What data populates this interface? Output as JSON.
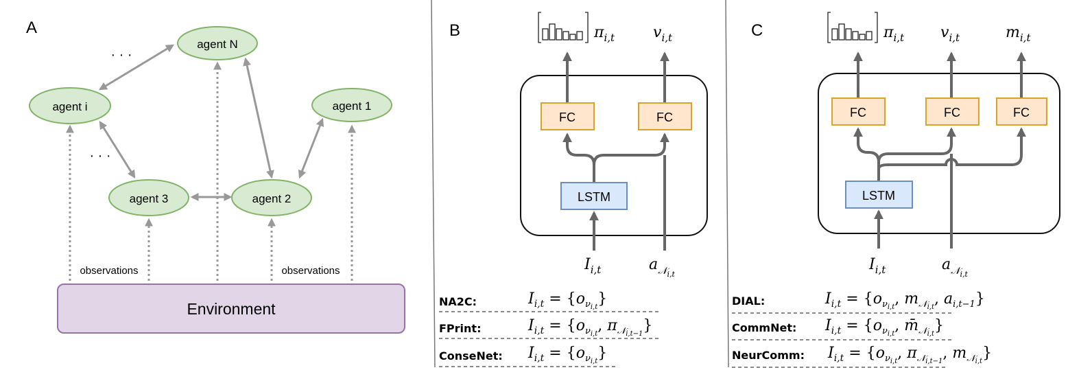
{
  "panel_a": {
    "label": "A",
    "agents": {
      "agent_n": "agent N",
      "agent_i": "agent i",
      "agent_1": "agent 1",
      "agent_3": "agent 3",
      "agent_2": "agent 2"
    },
    "ellipsis": "· · ·",
    "observations_left": "observations",
    "observations_right": "observations",
    "environment": "Environment"
  },
  "panel_b": {
    "label": "B",
    "fc_left": "FC",
    "fc_right": "FC",
    "lstm": "LSTM",
    "output_pi": "π_{i,t}",
    "output_v": "v_{i,t}",
    "input_I": "I_{i,t}",
    "input_a": "a_{N_{i,t}}",
    "methods": [
      {
        "name": "NA2C:",
        "formula": "I_{i,t} = {o_{ν_{i,t}}}"
      },
      {
        "name": "FPrint:",
        "formula": "I_{i,t} = {o_{ν_{i,t}}, π_{N_{i,t−1}}}"
      },
      {
        "name": "ConseNet:",
        "formula": "I_{i,t} = {o_{ν_{i,t}}}"
      }
    ]
  },
  "panel_c": {
    "label": "C",
    "fc_left": "FC",
    "fc_mid": "FC",
    "fc_right": "FC",
    "lstm": "LSTM",
    "output_pi": "π_{i,t}",
    "output_v": "v_{i,t}",
    "output_m": "m_{i,t}",
    "input_I": "I_{i,t}",
    "input_a": "a_{N_{i,t}}",
    "methods": [
      {
        "name": "DIAL:",
        "formula": "I_{i,t} = {o_{ν_{i,t}}, m_{N_{i,t}}, a_{i,t−1}}"
      },
      {
        "name": "CommNet:",
        "formula": "I_{i,t} = {o_{ν_{i,t}}, m̄_{N_{i,t}}}"
      },
      {
        "name": "NeurComm:",
        "formula": "I_{i,t} = {o_{ν_{i,t}}, π_{N_{i,t−1}}, m_{N_{i,t}}}"
      }
    ]
  },
  "colors": {
    "agent_fill": "#d9ead3",
    "agent_stroke": "#82b366",
    "env_fill": "#e1d5e7",
    "env_stroke": "#9673a6",
    "fc_fill": "#ffe6cc",
    "fc_stroke": "#d6a42c",
    "lstm_fill": "#dae8fc",
    "lstm_stroke": "#6c8ebf"
  }
}
